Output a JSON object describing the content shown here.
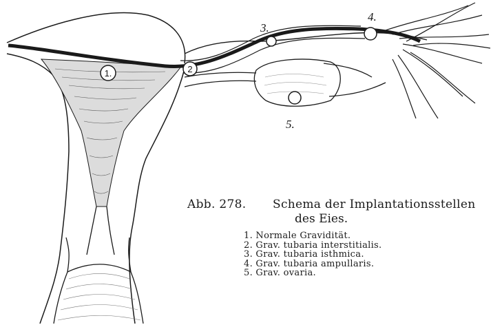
{
  "figure": {
    "markers": {
      "m1": "1.",
      "m2": "2",
      "m3": "3.",
      "m4": "4.",
      "m5": "5."
    }
  },
  "caption": {
    "figure_number": "Abb. 278.",
    "title_line1": "Schema der Implantationsstellen",
    "title_line2": "des Eies."
  },
  "legend": [
    "1. Normale Gravidität.",
    "2. Grav. tubaria interstitialis.",
    "3. Grav. tubaria isthmica.",
    "4. Grav. tubaria ampullaris.",
    "5. Grav. ovaria."
  ]
}
